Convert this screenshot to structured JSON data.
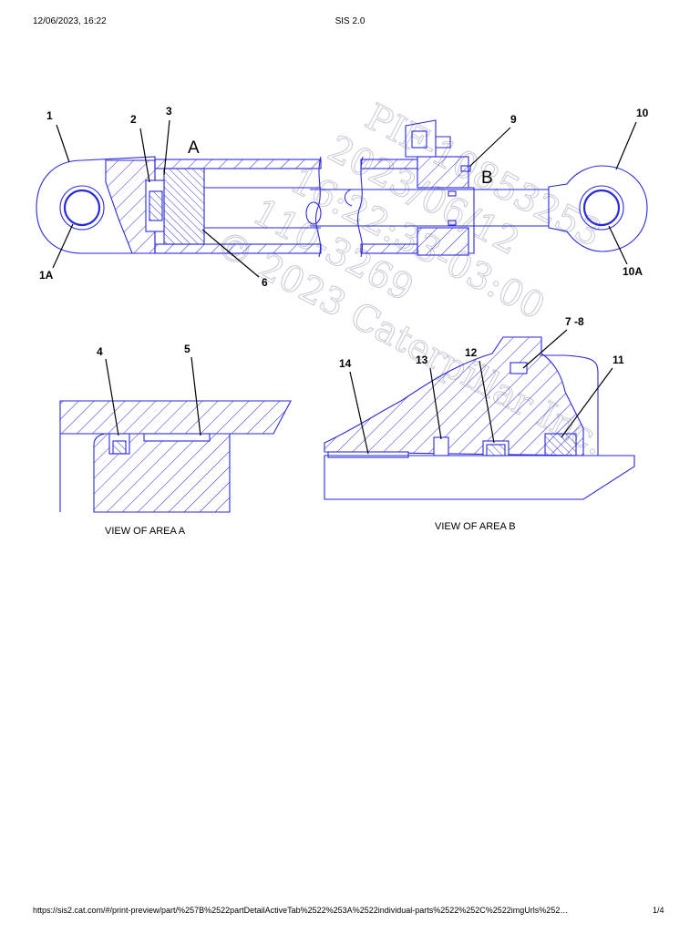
{
  "header": {
    "date": "12/06/2023, 16:22",
    "title": "SIS 2.0"
  },
  "footer": {
    "url": "https://sis2.cat.com/#/print-preview/part/%257B%2522partDetailActiveTab%2522%253A%2522individual-parts%2522%252C%2522imgUrls%252…",
    "page": "1/4"
  },
  "watermark": {
    "lines": [
      "PIF-10853253",
      "2023/06/12",
      "16:22:33-03:00",
      "110-3269",
      "© 2023 Caterpillar Inc."
    ]
  },
  "drawing": {
    "callouts": {
      "c1": "1",
      "c1a": "1A",
      "c2": "2",
      "c3": "3",
      "c4": "4",
      "c5": "5",
      "c6": "6",
      "c78": "7 -8",
      "c9": "9",
      "c10": "10",
      "c10a": "10A",
      "c11": "11",
      "c12": "12",
      "c13": "13",
      "c14": "14"
    },
    "area_a_letter": "A",
    "area_b_letter": "B",
    "caption_a": "VIEW OF AREA A",
    "caption_b": "VIEW OF AREA B"
  },
  "colors": {
    "line": "#2a2ad8",
    "text": "#000000",
    "watermark": "#c8c8d6",
    "background": "#ffffff"
  }
}
